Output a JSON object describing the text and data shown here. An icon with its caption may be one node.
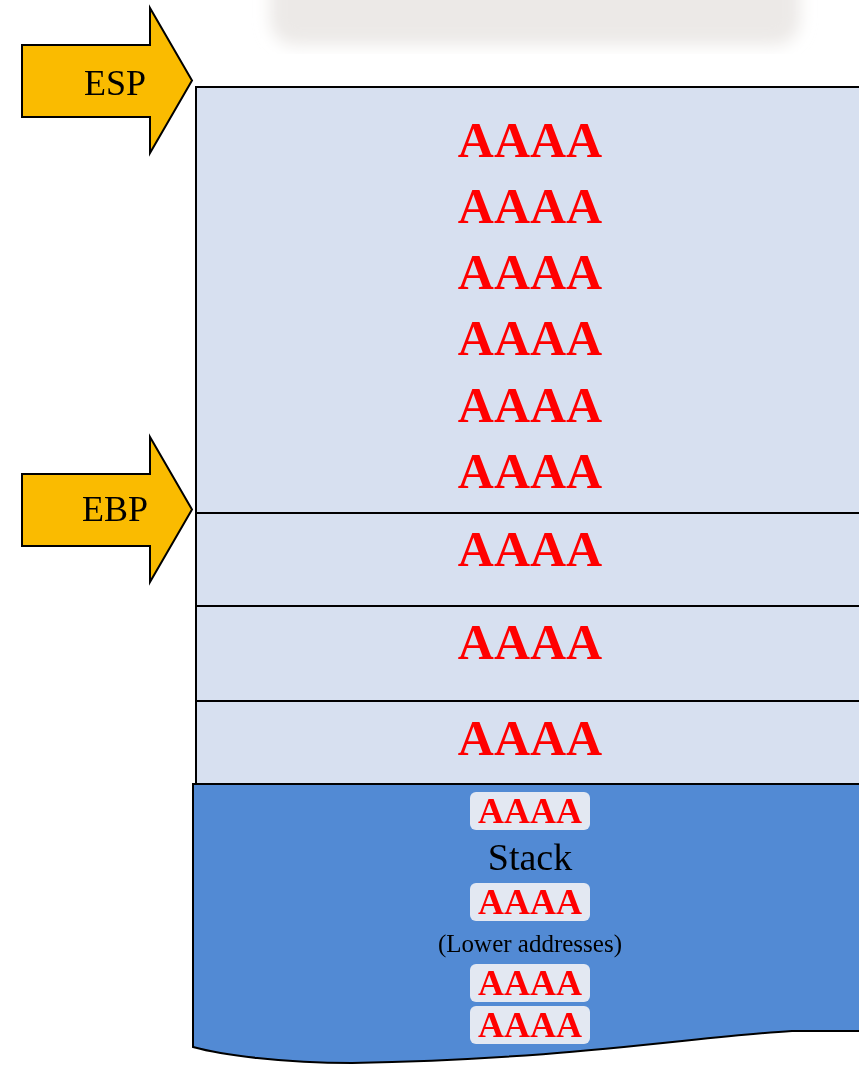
{
  "diagram": {
    "nodes": [
      {
        "text": [
          "ESP"
        ]
      },
      {
        "text": [
          "AAAA",
          "AAAA",
          "AAAA",
          "AAAA",
          "AAAA",
          "AAAA"
        ]
      },
      {
        "text": [
          "EBP"
        ]
      },
      {
        "text": [
          "AAAA"
        ]
      },
      {
        "text": [
          "AAAA"
        ]
      },
      {
        "text": [
          "AAAA"
        ]
      },
      {
        "text": [
          "AAAA",
          "Stack",
          "AAAA",
          "(Lower addresses)",
          "AAAA",
          "AAAA"
        ]
      }
    ]
  }
}
